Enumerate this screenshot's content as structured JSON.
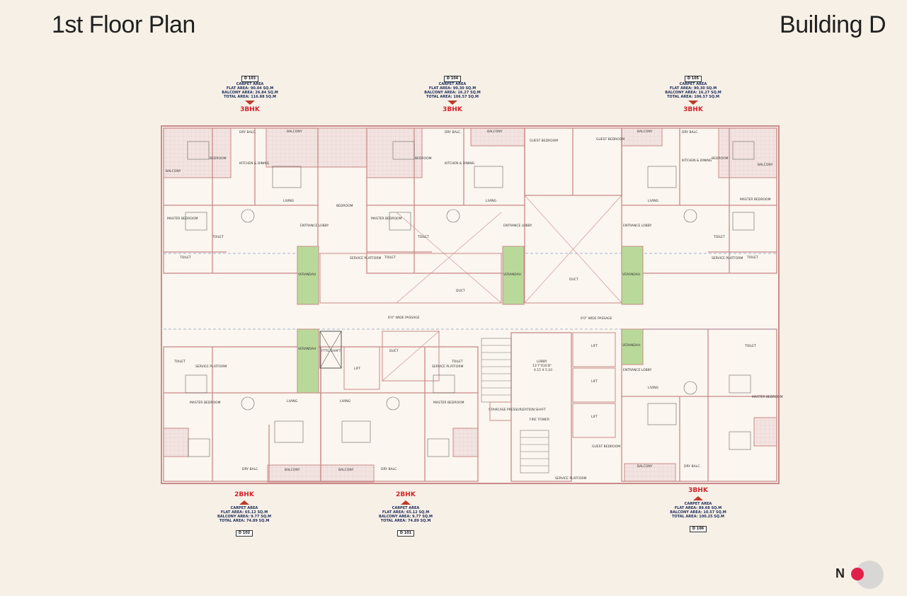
{
  "header": {
    "title": "1st Floor Plan",
    "building": "Building D"
  },
  "units_top": [
    {
      "id": "D 103",
      "type": "3BHK",
      "lines": [
        "CARPET AREA",
        "FLAT AREA: 90.04 SQ.M",
        "BALCONY AREA: 26.84 SQ.M",
        "TOTAL AREA: 116.88 SQ.M"
      ]
    },
    {
      "id": "D 104",
      "type": "3BHK",
      "lines": [
        "CARPET AREA",
        "FLAT AREA: 90.30 SQ.M",
        "BALCONY AREA: 16.27 SQ.M",
        "TOTAL AREA: 106.57 SQ.M"
      ]
    },
    {
      "id": "D 105",
      "type": "3BHK",
      "lines": [
        "CARPET AREA",
        "FLAT AREA: 90.30 SQ.M",
        "BALCONY AREA: 16.27 SQ.M",
        "TOTAL AREA: 106.57 SQ.M"
      ]
    }
  ],
  "units_bottom": [
    {
      "id": "D 102",
      "type": "2BHK",
      "lines": [
        "CARPET AREA",
        "FLAT AREA: 65.12 SQ.M",
        "BALCONY AREA: 9.77 SQ.M",
        "TOTAL AREA: 74.89 SQ.M"
      ]
    },
    {
      "id": "D 101",
      "type": "2BHK",
      "lines": [
        "CARPET AREA",
        "FLAT AREA: 65.12 SQ.M",
        "BALCONY AREA: 9.77 SQ.M",
        "TOTAL AREA: 74.89 SQ.M"
      ]
    },
    {
      "id": "D 106",
      "type": "3BHK",
      "lines": [
        "CARPET AREA",
        "FLAT AREA: 89.68 SQ.M",
        "BALCONY AREA: 10.57 SQ.M",
        "TOTAL AREA: 100.25 SQ.M"
      ]
    }
  ],
  "labels": {
    "passage_left": "6'0\" WIDE PASSAGE",
    "passage_right": "6'0\" WIDE PASSAGE",
    "duct": "DUCT",
    "lobby": "LOBBY",
    "lobby_dim": "13'7\"X16'8\"",
    "lobby_dim_m": "4.15 X 5.10",
    "lift": "LIFT",
    "fire_tower": "FIRE TOWER",
    "staircase": "STAIRCASE PRESSURIZATION SHAFT",
    "entrance_lobby": "ENTRANCE LOBBY",
    "verandah": "VERANDAH",
    "living": "LIVING",
    "kitchen": "KITCHEN & DINING",
    "bedroom": "BEDROOM",
    "master_bedroom": "MASTER BEDROOM",
    "guest_bedroom": "GUEST BEDROOM",
    "balcony": "BALCONY",
    "dry_balc": "DRY BALC.",
    "toilet": "TOILET",
    "service_platform": "SERVICE PLATFORM",
    "ftg_shaft": "FTTG.SHAFT"
  },
  "compass": {
    "letter": "N"
  },
  "colors": {
    "wall": "#c98a8a",
    "verandah": "#b9d99a",
    "accent": "#d2232a",
    "dot": "#e0204a"
  }
}
